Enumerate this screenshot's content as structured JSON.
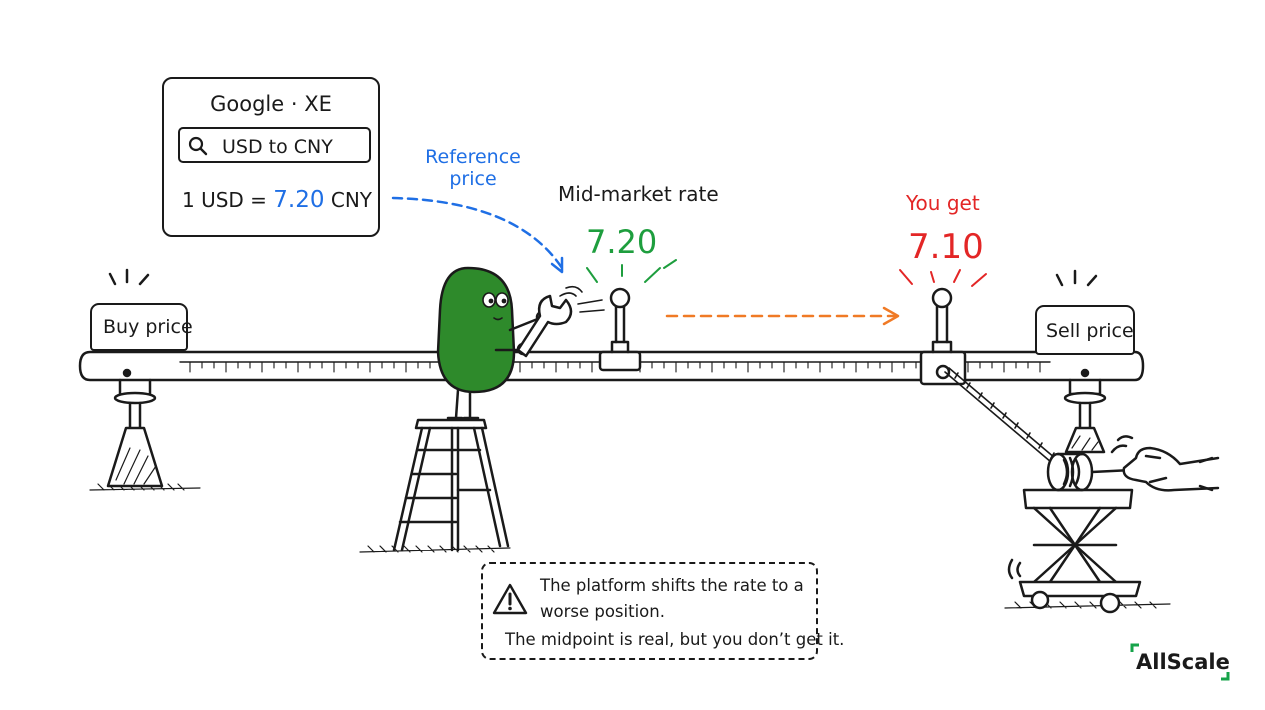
{
  "search_card": {
    "title": "Google · XE",
    "query": "USD to CNY",
    "rate_prefix": "1 USD = ",
    "rate_value": "7.20",
    "rate_suffix": " CNY"
  },
  "reference_label": "Reference price",
  "mid_market": {
    "label": "Mid-market rate",
    "value": "7.20"
  },
  "you_get": {
    "label": "You get",
    "value": "7.10"
  },
  "buy_label": "Buy price",
  "sell_label": "Sell price",
  "note": {
    "line1": "The platform shifts the rate to a",
    "line2": "worse position.",
    "line3": "The midpoint is real, but you don’t get it."
  },
  "brand": "AllScale",
  "colors": {
    "blue": "#1f6fe5",
    "green": "#1e9e3e",
    "red": "#e32626",
    "orange": "#f07a25",
    "character": "#2e8a2b"
  },
  "icons": [
    "search-icon",
    "warning-icon",
    "wrench-icon",
    "hand-icon"
  ]
}
